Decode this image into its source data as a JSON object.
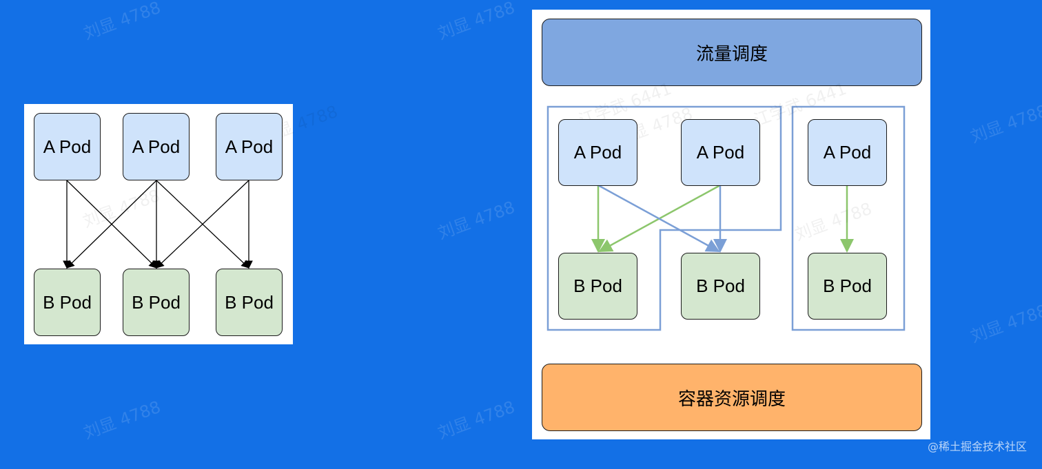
{
  "left_diagram": {
    "top_pods": [
      "A Pod",
      "A Pod",
      "A Pod"
    ],
    "bottom_pods": [
      "B Pod",
      "B Pod",
      "B Pod"
    ]
  },
  "right_diagram": {
    "traffic_scheduling_label": "流量调度",
    "container_scheduling_label": "容器资源调度",
    "group1": {
      "top_pods": [
        "A Pod",
        "A Pod"
      ],
      "bottom_pods": [
        "B Pod",
        "B Pod"
      ]
    },
    "group2": {
      "top_pods": [
        "A Pod"
      ],
      "bottom_pods": [
        "B Pod"
      ]
    }
  },
  "colors": {
    "background": "#1370e6",
    "pod_a": "#cfe3fb",
    "pod_b": "#d4e7cf",
    "traffic_bar": "#7fa7e0",
    "resource_bar": "#ffb36b",
    "green_arrow": "#8cc66c",
    "blue_arrow": "#7b9fd6"
  },
  "watermarks": [
    "刘显 4788",
    "江学武 6441"
  ],
  "credit": "@稀土掘金技术社区"
}
